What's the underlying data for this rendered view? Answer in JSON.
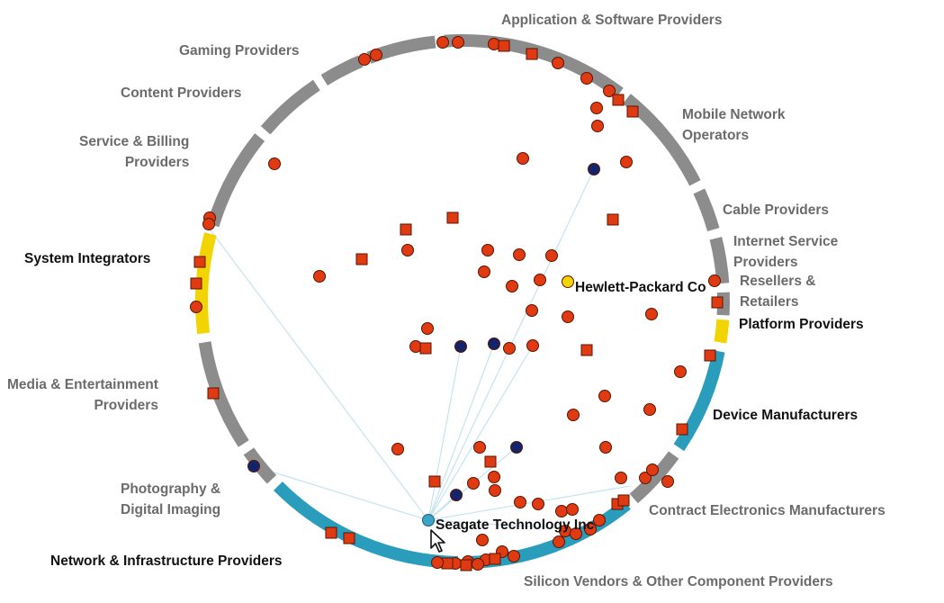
{
  "colors": {
    "segment_default": "#8c8c8c",
    "segment_highlight_teal": "#2a9cbc",
    "segment_highlight_yellow": "#f2d400",
    "node_red": "#e03a12",
    "node_outline": "#5a1500",
    "node_navy": "#13246b",
    "node_teal": "#3aa5c6",
    "node_yellow": "#f2d400",
    "edge": "#c6e3ee"
  },
  "segments": [
    {
      "name": "Application & Software Providers",
      "lines": [
        "Application & Software Providers"
      ],
      "a0": -94,
      "a1": -53,
      "color": "default",
      "highlight": false
    },
    {
      "name": "Mobile Network Operators",
      "lines": [
        "Mobile Network",
        "Operators"
      ],
      "a0": -51,
      "a1": -27,
      "color": "default",
      "highlight": false
    },
    {
      "name": "Cable Providers",
      "lines": [
        "Cable Providers"
      ],
      "a0": -25,
      "a1": -16,
      "color": "default",
      "highlight": false
    },
    {
      "name": "Internet Service Providers",
      "lines": [
        "Internet Service",
        "Providers"
      ],
      "a0": -14,
      "a1": -4,
      "color": "default",
      "highlight": false
    },
    {
      "name": "Resellers & Retailers",
      "lines": [
        "Resellers &",
        "Retailers"
      ],
      "a0": -2,
      "a1": 3,
      "color": "default",
      "highlight": false
    },
    {
      "name": "Platform Providers",
      "lines": [
        "Platform Providers"
      ],
      "a0": 4,
      "a1": 9,
      "color": "yellow",
      "highlight": true
    },
    {
      "name": "Device Manufacturers",
      "lines": [
        "Device Manufacturers"
      ],
      "a0": 11,
      "a1": 34,
      "color": "teal",
      "highlight": true
    },
    {
      "name": "Contract Electronics Manufacturers",
      "lines": [
        "Contract Electronics Manufacturers"
      ],
      "a0": 36,
      "a1": 49,
      "color": "default",
      "highlight": false
    },
    {
      "name": "Silicon Vendors & Other Component Providers",
      "lines": [
        "Silicon Vendors & Other Component Providers"
      ],
      "a0": 51,
      "a1": 89,
      "color": "teal",
      "highlight": true
    },
    {
      "name": "Network & Infrastructure Providers",
      "lines": [
        "Network & Infrastructure Providers"
      ],
      "a0": 91,
      "a1": 135,
      "color": "teal",
      "highlight": true
    },
    {
      "name": "Photography & Digital Imaging",
      "lines": [
        "Photography &",
        "Digital Imaging"
      ],
      "a0": 137,
      "a1": 145,
      "color": "default",
      "highlight": false
    },
    {
      "name": "Media & Entertainment Providers",
      "lines": [
        "Media & Entertainment",
        "Providers"
      ],
      "a0": 147,
      "a1": 171,
      "color": "default",
      "highlight": false
    },
    {
      "name": "System Integrators",
      "lines": [
        "System Integrators"
      ],
      "a0": 173,
      "a1": 195,
      "color": "yellow",
      "highlight": true
    },
    {
      "name": "Service & Billing Providers",
      "lines": [
        "Service & Billing",
        "Providers"
      ],
      "a0": 197,
      "a1": 219,
      "color": "default",
      "highlight": false
    },
    {
      "name": "Content Providers",
      "lines": [
        "Content Providers"
      ],
      "a0": 221,
      "a1": 236,
      "color": "default",
      "highlight": false
    },
    {
      "name": "Gaming Providers",
      "lines": [
        "Gaming Providers"
      ],
      "a0": 238,
      "a1": 247,
      "color": "default",
      "highlight": false
    },
    {
      "name": "Application & Software Providers (cont.)",
      "lines": [],
      "a0": 249,
      "a1": 264,
      "color": "default",
      "highlight": false
    }
  ],
  "labeled_nodes": [
    {
      "name": "Hewlett-Packard Co",
      "label": "Hewlett-Packard Co"
    },
    {
      "name": "Seagate Technology Inc",
      "label": "Seagate Technology Inc"
    }
  ],
  "cursor": "arrow-cursor-icon"
}
